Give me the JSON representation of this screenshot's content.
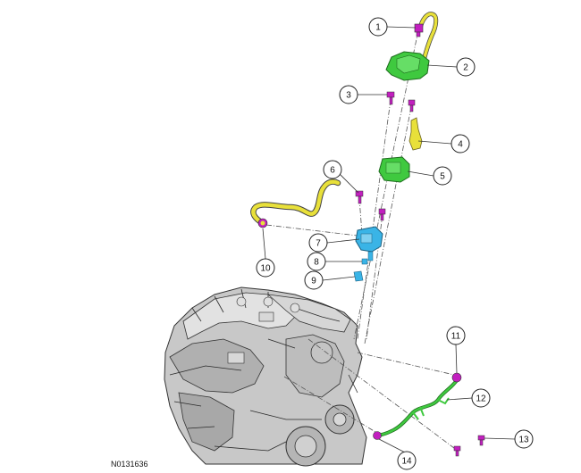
{
  "callouts": [
    {
      "id": "1",
      "label": "1"
    },
    {
      "id": "2",
      "label": "2"
    },
    {
      "id": "3",
      "label": "3"
    },
    {
      "id": "4",
      "label": "4"
    },
    {
      "id": "5",
      "label": "5"
    },
    {
      "id": "6",
      "label": "6"
    },
    {
      "id": "7",
      "label": "7"
    },
    {
      "id": "8",
      "label": "8"
    },
    {
      "id": "9",
      "label": "9"
    },
    {
      "id": "10",
      "label": "10"
    },
    {
      "id": "11",
      "label": "11"
    },
    {
      "id": "12",
      "label": "12"
    },
    {
      "id": "13",
      "label": "13"
    },
    {
      "id": "14",
      "label": "14"
    }
  ],
  "reference_number": "N0131636",
  "colors": {
    "bracket_green": "#3fc93f",
    "hose_yellow": "#e8e03a",
    "fastener_magenta": "#c21fbf",
    "sensor_blue": "#3ab4e6",
    "engine_gray": "#9a9a9a"
  }
}
